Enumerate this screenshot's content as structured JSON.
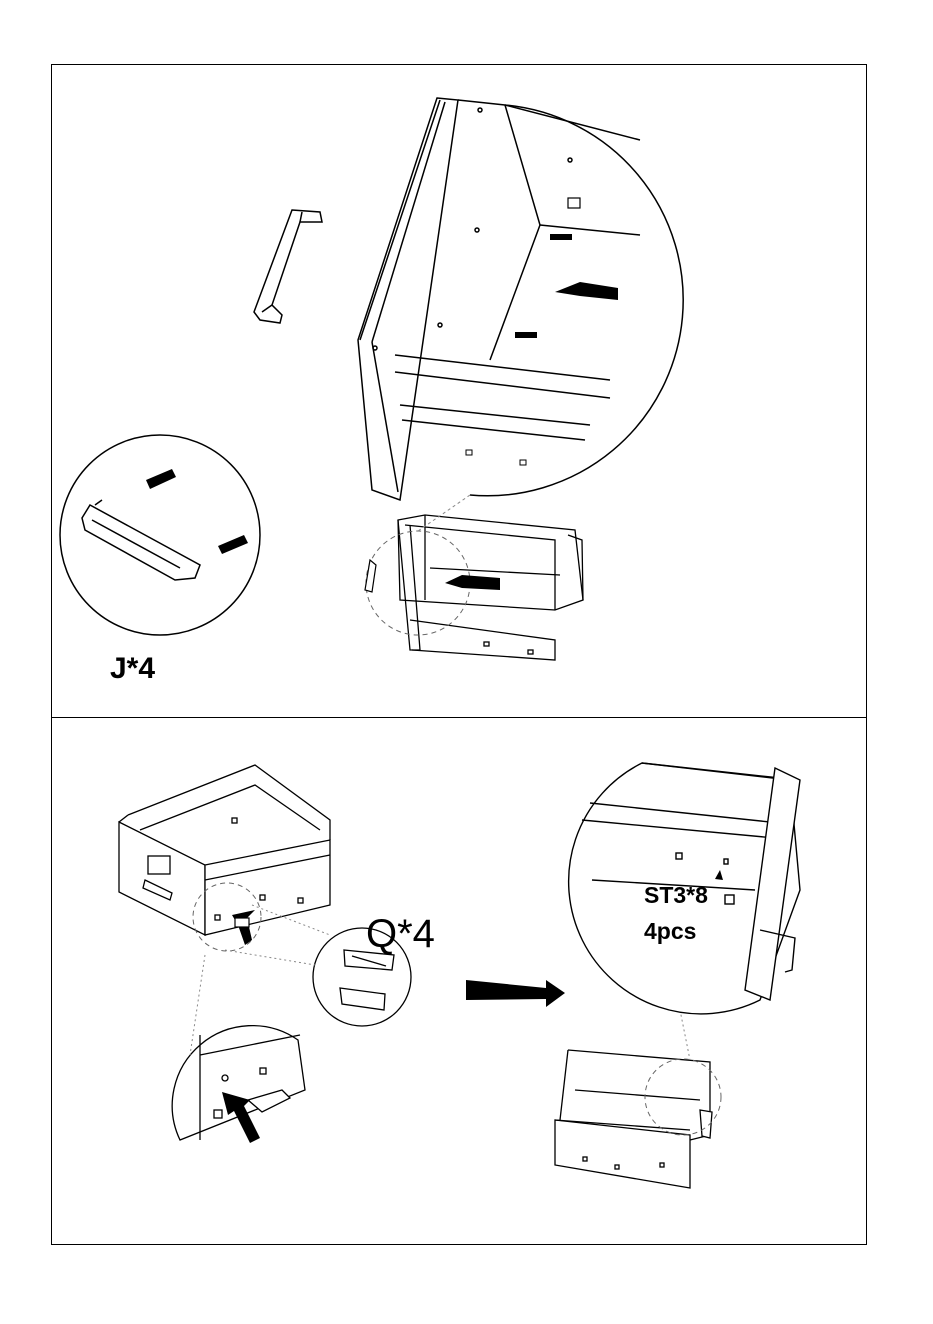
{
  "steps": [
    {
      "part_label": "J*4",
      "part": "handle",
      "fastener_count": 2
    },
    {
      "part_label": "Q*4",
      "screw_label": "ST3*8",
      "screw_qty": "4pcs",
      "part": "drawer-slide-bracket"
    }
  ],
  "icons": [
    "handle-icon",
    "bolt-icon",
    "arrow-icon",
    "bracket-icon",
    "screw-icon"
  ],
  "colors": {
    "ink": "#000000",
    "paper": "#ffffff",
    "guide": "#888888"
  }
}
